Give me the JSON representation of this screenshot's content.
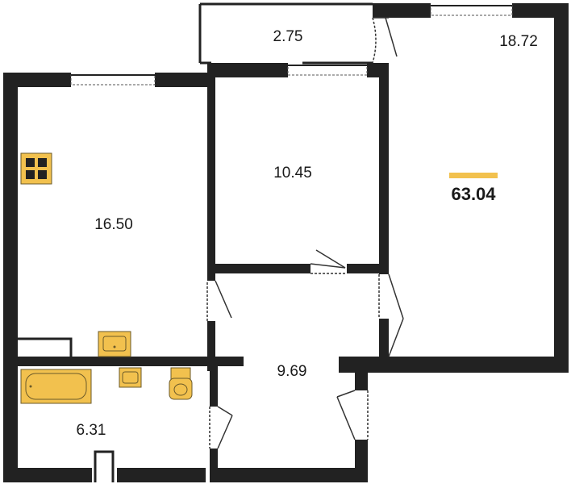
{
  "colors": {
    "wall": "#222222",
    "fixture": "#F2C14E",
    "fixture_stroke": "#6b5a2a",
    "accent": "#F2C14E",
    "door": "#333333"
  },
  "rooms": {
    "balcony": {
      "area": "2.75"
    },
    "living_room": {
      "area": "18.72"
    },
    "bedroom": {
      "area": "10.45"
    },
    "kitchen": {
      "area": "16.50"
    },
    "hallway": {
      "area": "9.69"
    },
    "bathroom": {
      "area": "6.31"
    }
  },
  "total": {
    "area": "63.04"
  }
}
